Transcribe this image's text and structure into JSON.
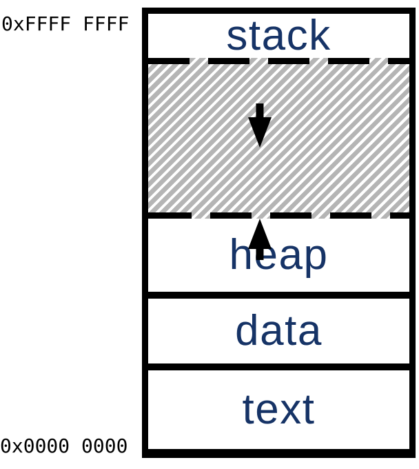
{
  "diagram": {
    "type": "memory-layout",
    "addresses": {
      "top": "0xFFFF FFFF",
      "bottom": "0x0000 0000"
    },
    "sections": {
      "stack": {
        "label": "stack"
      },
      "free": {
        "label": "",
        "fill": "diagonal-hatch"
      },
      "heap": {
        "label": "heap"
      },
      "data": {
        "label": "data"
      },
      "text": {
        "label": "text"
      }
    },
    "icons": {
      "stack_growth": "arrow-down-icon",
      "heap_growth": "arrow-up-icon"
    },
    "colors": {
      "background": "#ffffff",
      "border": "#000000",
      "section_label": "#163366",
      "address_label": "#000000",
      "hatch_gray": "#b5b5b5",
      "arrow": "#000000"
    }
  }
}
